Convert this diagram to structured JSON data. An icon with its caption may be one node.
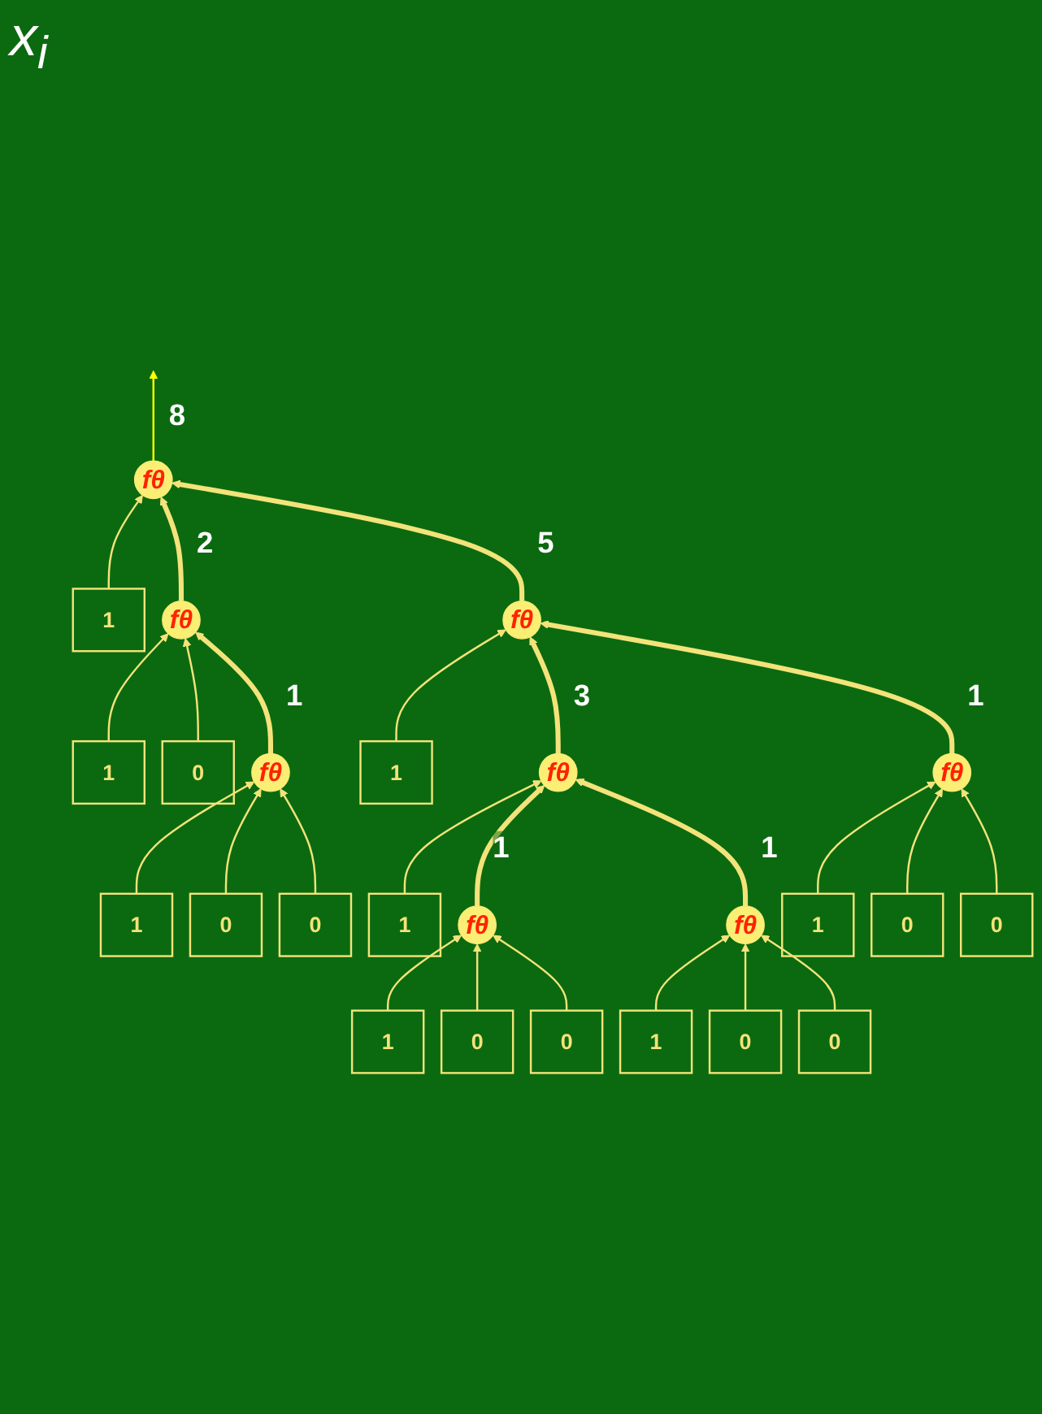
{
  "diagram": {
    "nodes": [
      {
        "text": [
          "fθ"
        ]
      },
      {
        "text": [
          "1"
        ]
      },
      {
        "text": [
          "fθ"
        ]
      },
      {
        "text": [
          "fθ"
        ]
      },
      {
        "text": [
          "1"
        ]
      },
      {
        "text": [
          "0"
        ]
      },
      {
        "text": [
          "1"
        ]
      },
      {
        "text": [
          "fθ"
        ]
      },
      {
        "text": [
          "fθ"
        ]
      },
      {
        "text": [
          "fθ"
        ]
      },
      {
        "text": [
          "1"
        ]
      },
      {
        "text": [
          "0"
        ]
      },
      {
        "text": [
          "0"
        ]
      },
      {
        "text": [
          "1"
        ]
      },
      {
        "text": [
          "1"
        ]
      },
      {
        "text": [
          "0"
        ]
      },
      {
        "text": [
          "0"
        ]
      },
      {
        "text": [
          "fθ"
        ]
      },
      {
        "text": [
          "fθ"
        ]
      },
      {
        "text": [
          "1"
        ]
      },
      {
        "text": [
          "0"
        ]
      },
      {
        "text": [
          "0"
        ]
      },
      {
        "text": [
          "1"
        ]
      },
      {
        "text": [
          "0"
        ]
      },
      {
        "text": [
          "0"
        ]
      }
    ],
    "edges": [
      {
        "from": 0,
        "to": null,
        "arrow": "to",
        "label": "8",
        "color": "#ffff00"
      },
      {
        "from": 1,
        "to": 0,
        "arrow": "to"
      },
      {
        "from": 2,
        "to": 0,
        "arrow": "to",
        "label": "2",
        "style": "thick"
      },
      {
        "from": 3,
        "to": 0,
        "arrow": "to",
        "label": "5",
        "style": "thick"
      },
      {
        "from": 4,
        "to": 2,
        "arrow": "to"
      },
      {
        "from": 5,
        "to": 2,
        "arrow": "to"
      },
      {
        "from": 7,
        "to": 2,
        "arrow": "to",
        "label": "1",
        "style": "thick"
      },
      {
        "from": 6,
        "to": 3,
        "arrow": "to"
      },
      {
        "from": 8,
        "to": 3,
        "arrow": "to",
        "label": "3",
        "style": "thick"
      },
      {
        "from": 9,
        "to": 3,
        "arrow": "to",
        "label": "1",
        "style": "thick"
      },
      {
        "from": 10,
        "to": 7,
        "arrow": "to"
      },
      {
        "from": 11,
        "to": 7,
        "arrow": "to"
      },
      {
        "from": 12,
        "to": 7,
        "arrow": "to"
      },
      {
        "from": 13,
        "to": 8,
        "arrow": "to"
      },
      {
        "from": 17,
        "to": 8,
        "arrow": "to",
        "label": "1",
        "style": "thick"
      },
      {
        "from": 18,
        "to": 8,
        "arrow": "to",
        "label": "1",
        "style": "thick"
      },
      {
        "from": 14,
        "to": 9,
        "arrow": "to"
      },
      {
        "from": 15,
        "to": 9,
        "arrow": "to"
      },
      {
        "from": 16,
        "to": 9,
        "arrow": "to"
      },
      {
        "from": 19,
        "to": 17,
        "arrow": "to"
      },
      {
        "from": 20,
        "to": 17,
        "arrow": "to"
      },
      {
        "from": 21,
        "to": 17,
        "arrow": "to"
      },
      {
        "from": 22,
        "to": 18,
        "arrow": "to"
      },
      {
        "from": 23,
        "to": 18,
        "arrow": "to"
      },
      {
        "from": 24,
        "to": 18,
        "arrow": "to"
      }
    ],
    "labels": [
      "x$_{i}$"
    ]
  }
}
